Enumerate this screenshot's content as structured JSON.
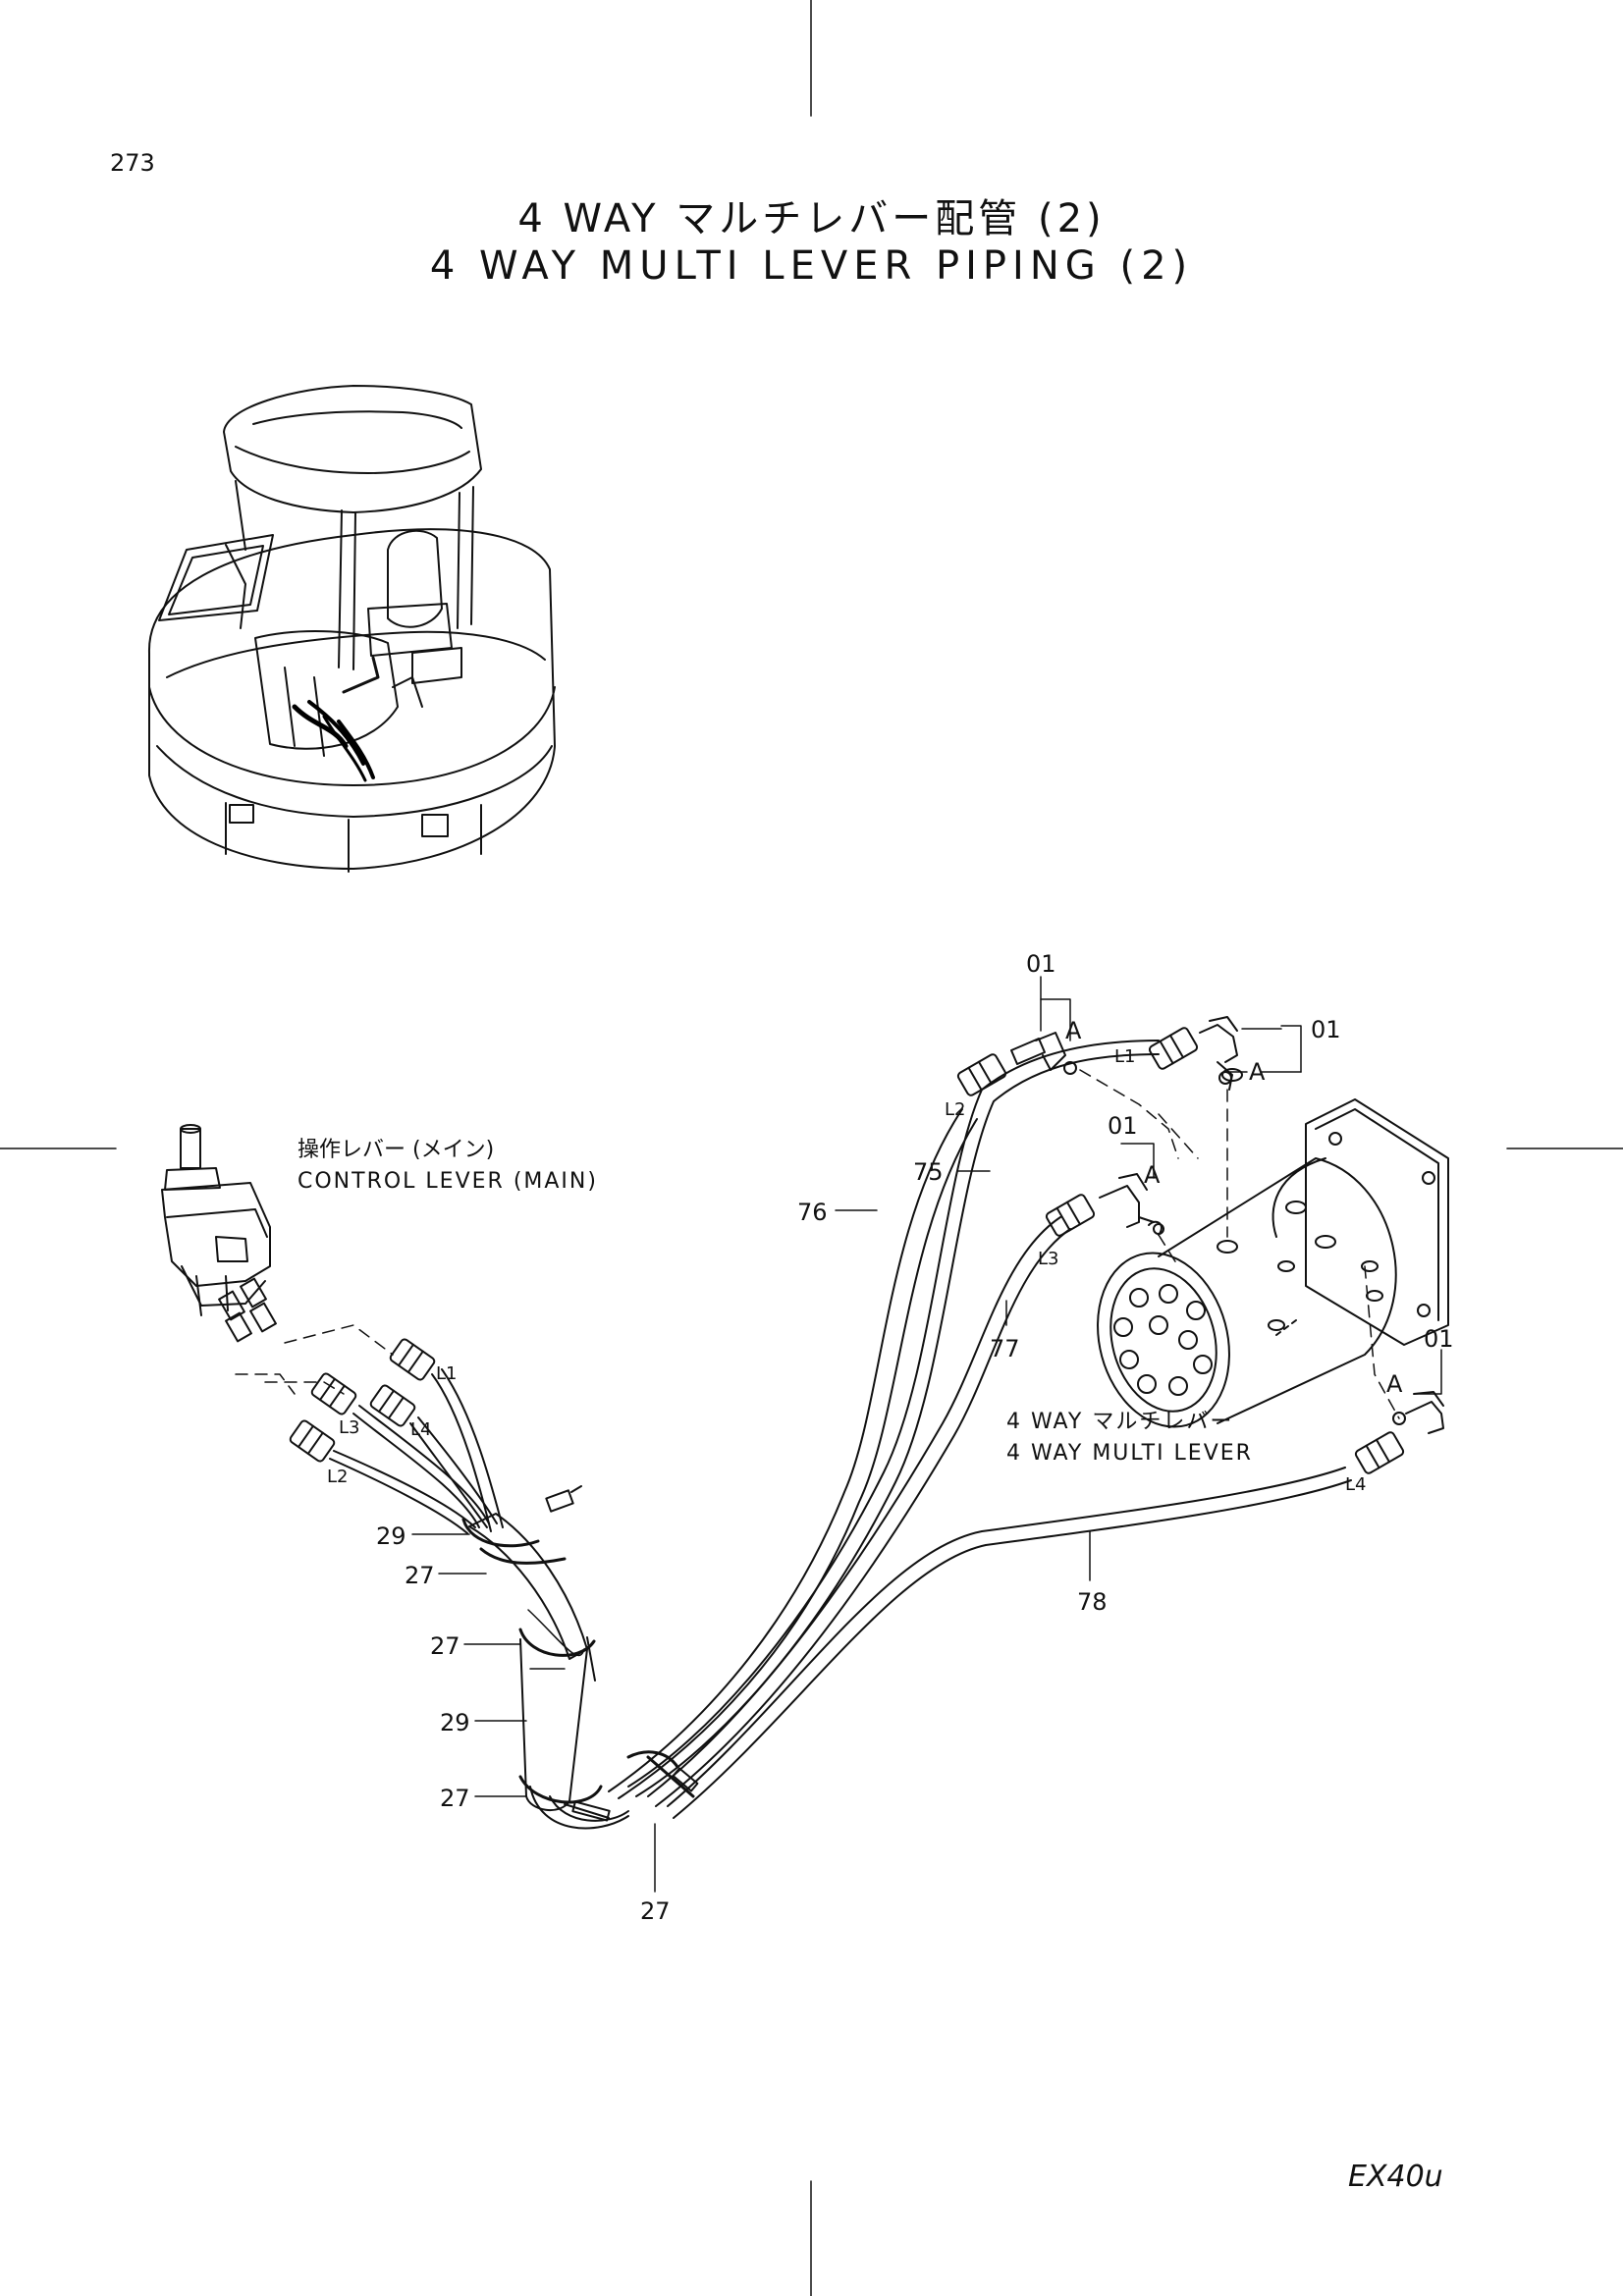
{
  "page": {
    "number": "273",
    "title_jp": "4 WAY マルチレバー配管 (2)",
    "title_en": "4 WAY MULTI LEVER PIPING (2)",
    "model": "EX40u"
  },
  "callouts": {
    "control_lever_jp": "操作レバー (メイン)",
    "control_lever_en": "CONTROL LEVER (MAIN)",
    "multi_lever_jp": "4 WAY マルチレバー",
    "multi_lever_en": "4 WAY MULTI LEVER"
  },
  "parts": {
    "p01": "01",
    "p27": "27",
    "p29": "29",
    "p75": "75",
    "p76": "76",
    "p77": "77",
    "p78": "78"
  },
  "ports": {
    "l1": "L1",
    "l2": "L2",
    "l3": "L3",
    "l4": "L4",
    "a": "A"
  }
}
